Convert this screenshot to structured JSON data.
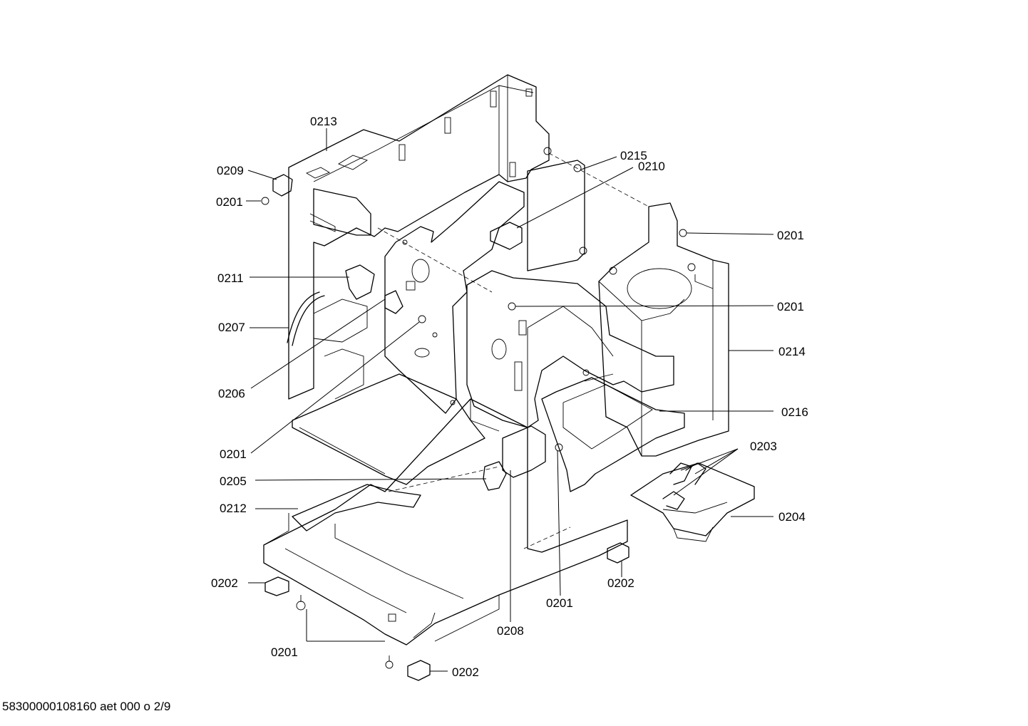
{
  "callouts": [
    {
      "id": "0213"
    },
    {
      "id": "0209"
    },
    {
      "id": "0201"
    },
    {
      "id": "0215"
    },
    {
      "id": "0210"
    },
    {
      "id": "0201"
    },
    {
      "id": "0211"
    },
    {
      "id": "0201"
    },
    {
      "id": "0207"
    },
    {
      "id": "0214"
    },
    {
      "id": "0206"
    },
    {
      "id": "0216"
    },
    {
      "id": "0201"
    },
    {
      "id": "0203"
    },
    {
      "id": "0205"
    },
    {
      "id": "0212"
    },
    {
      "id": "0204"
    },
    {
      "id": "0202"
    },
    {
      "id": "0202"
    },
    {
      "id": "0201"
    },
    {
      "id": "0208"
    },
    {
      "id": "0201"
    },
    {
      "id": "0202"
    }
  ],
  "footer": {
    "document_code": "58300000108160 aet 000 o 2/9"
  }
}
